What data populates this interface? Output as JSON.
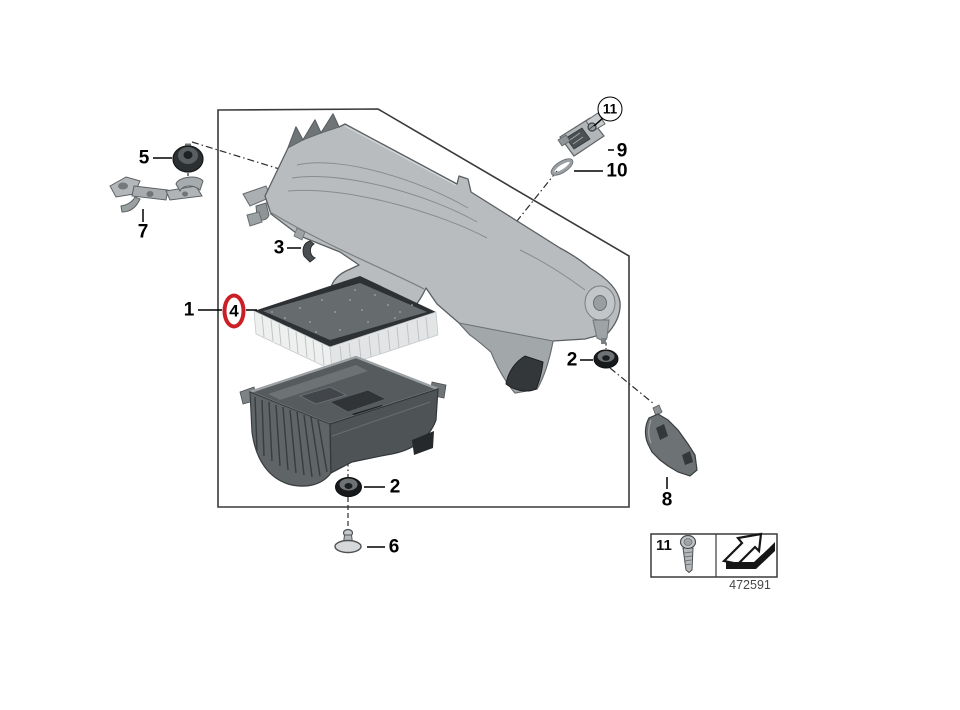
{
  "diagram": {
    "code": "472591"
  },
  "callouts": [
    {
      "id": "1",
      "label": "1",
      "style": "plain"
    },
    {
      "id": "2-left",
      "label": "2",
      "style": "plain"
    },
    {
      "id": "2-right",
      "label": "2",
      "style": "plain"
    },
    {
      "id": "3",
      "label": "3",
      "style": "plain"
    },
    {
      "id": "4",
      "label": "4",
      "style": "red-ellipse-highlight"
    },
    {
      "id": "5",
      "label": "5",
      "style": "plain"
    },
    {
      "id": "6",
      "label": "6",
      "style": "plain"
    },
    {
      "id": "7",
      "label": "7",
      "style": "plain"
    },
    {
      "id": "8",
      "label": "8",
      "style": "plain"
    },
    {
      "id": "9",
      "label": "9",
      "style": "plain"
    },
    {
      "id": "10",
      "label": "10",
      "style": "plain"
    },
    {
      "id": "11",
      "label": "11",
      "style": "circled"
    }
  ],
  "legend": {
    "item_label": "11",
    "icons": [
      "screw-icon",
      "direction-of-travel-arrow-icon"
    ]
  },
  "colors": {
    "highlight_red": "#cb1f27",
    "line_black": "#000000",
    "frame_gray": "#3a3a3a",
    "part_light_gray": "#b8bcbe",
    "part_mid_gray": "#8d9295",
    "part_dark_gray": "#55595c",
    "code_text_gray": "#474747"
  }
}
